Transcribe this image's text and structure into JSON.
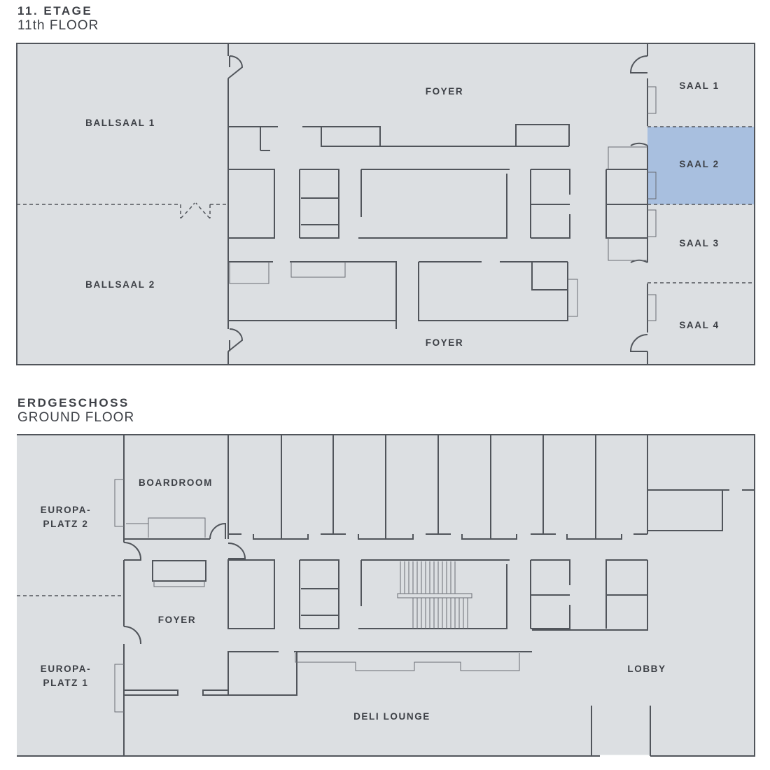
{
  "floors": {
    "upper": {
      "title_de": "11. ETAGE",
      "title_en": "11th FLOOR",
      "rooms": {
        "ballsaal1": "BALLSAAL 1",
        "ballsaal2": "BALLSAAL 2",
        "foyer_top": "FOYER",
        "foyer_bottom": "FOYER",
        "saal1": "SAAL 1",
        "saal2": "SAAL 2",
        "saal3": "SAAL 3",
        "saal4": "SAAL 4"
      },
      "highlighted_room": "SAAL 2",
      "highlight_color": "#a8bfdf"
    },
    "ground": {
      "title_de": "ERDGESCHOSS",
      "title_en": "GROUND FLOOR",
      "rooms": {
        "boardroom": "BOARDROOM",
        "europaplatz2_line1": "EUROPA-",
        "europaplatz2_line2": "PLATZ 2",
        "europaplatz1_line1": "EUROPA-",
        "europaplatz1_line2": "PLATZ 1",
        "foyer": "FOYER",
        "lobby": "LOBBY",
        "deli_lounge": "DELI LOUNGE"
      }
    }
  },
  "colors": {
    "floor_fill": "#dcdfe2",
    "wall": "#51555b",
    "text": "#3c3f45"
  }
}
